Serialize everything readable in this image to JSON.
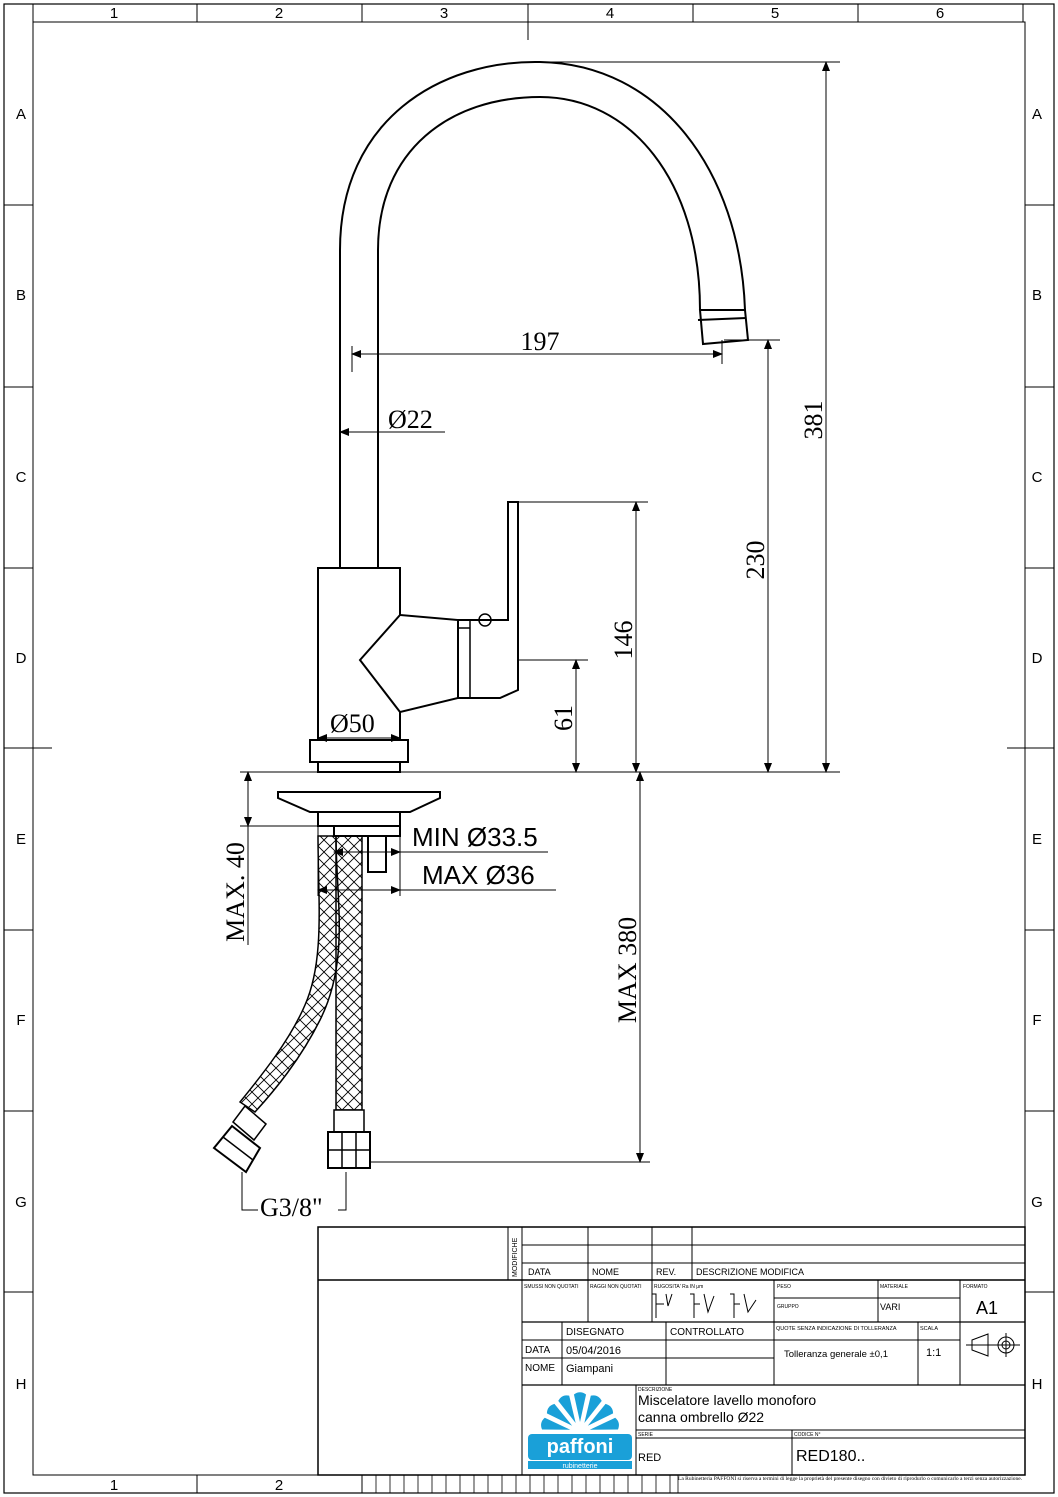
{
  "grid": {
    "columns": [
      "1",
      "2",
      "3",
      "4",
      "5",
      "6"
    ],
    "rows": [
      "A",
      "B",
      "C",
      "D",
      "E",
      "F",
      "G",
      "H"
    ],
    "bottom_columns": [
      "1",
      "2"
    ]
  },
  "dimensions": {
    "reach": "197",
    "spout_diameter": "Ø22",
    "total_height": "381",
    "spout_height": "230",
    "body_height": "146",
    "lever_height": "61",
    "base_diameter": "Ø50",
    "min_hole": "MIN Ø33.5",
    "max_hole": "MAX Ø36",
    "max_thickness": "MAX. 40",
    "max_hose": "MAX 380",
    "thread": "G3/8\""
  },
  "title_block": {
    "modifiche": "MODIFICHE",
    "data_label": "DATA",
    "nome_label": "NOME",
    "rev_label": "REV.",
    "descrizione_modifica": "DESCRIZIONE MODIFICA",
    "smussi": "SMUSSI NON QUOTATI",
    "raggi": "RAGGI NON QUOTATI",
    "rugosita": "RUGOSITA' Ra IN μm",
    "peso": "PESO",
    "materiale": "MATERIALE",
    "formato": "FORMATO",
    "formato_value": "A1",
    "gruppo": "GRUPPO",
    "materiale_value": "VARI",
    "quote": "QUOTE SENZA INDICAZIONE DI TOLLERANZA",
    "scala": "SCALA",
    "disegnato": "DISEGNATO",
    "controllato": "CONTROLLATO",
    "data_row": "DATA",
    "data_value": "05/04/2016",
    "nome_row": "NOME",
    "nome_value": "Giampani",
    "tolleranza": "Tolleranza generale ±0,1",
    "scala_value": "1:1",
    "descrizione": "DESCRIZIONE",
    "desc_line1": "Miscelatore lavello monoforo",
    "desc_line2": "canna ombrello Ø22",
    "serie": "SERIE",
    "serie_value": "RED",
    "codice": "CODICE N°",
    "codice_value": "RED180..",
    "logo": "paffoni",
    "logo_sub": "rubinetterie",
    "copyright": "La Rubinetteria PAFFONI si riserva a termini di legge la proprietà del presente disegno con divieto di riprodurlo o comunicarlo a terzi senza autorizzazione."
  },
  "colors": {
    "line": "#000000",
    "logo_blue": "#1aa0d8"
  }
}
